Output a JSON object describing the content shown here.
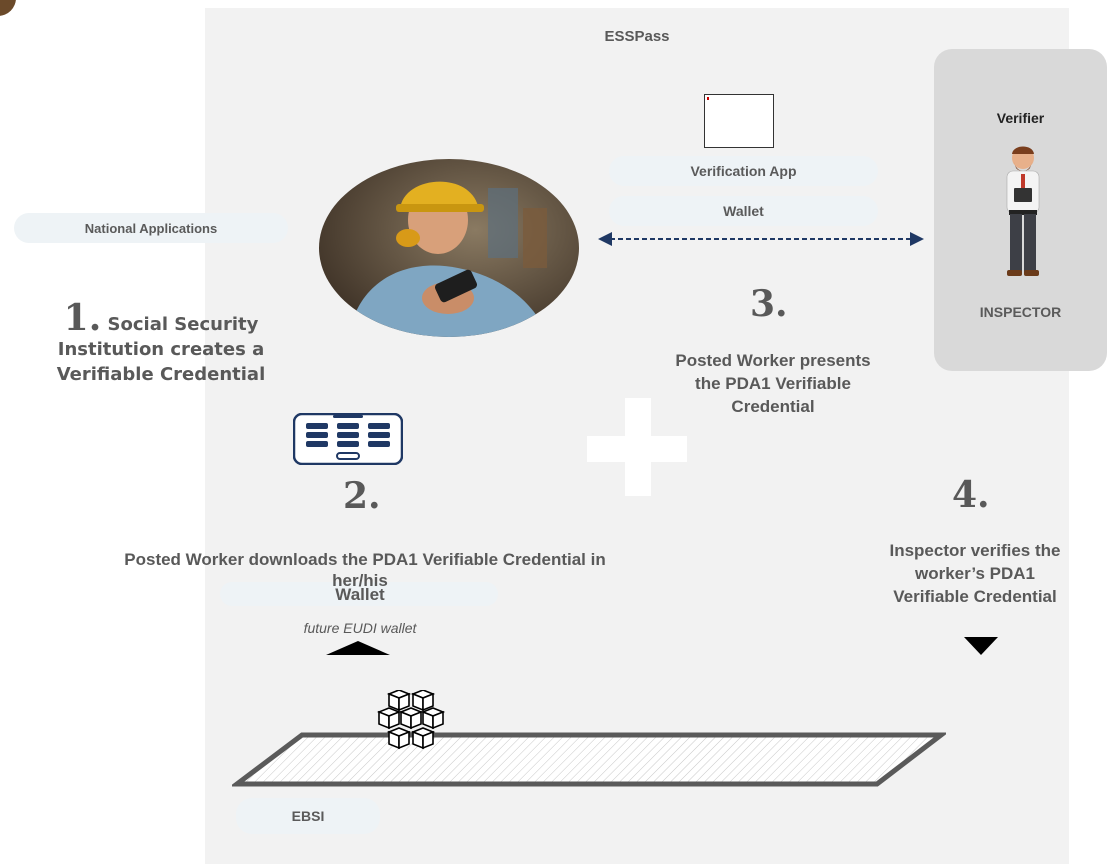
{
  "diagram": {
    "title": "ESSPass",
    "national_applications": "National Applications",
    "verification_app": "Verification App",
    "wallet_top": "Wallet",
    "verifier": "Verifier",
    "inspector": "INSPECTOR",
    "step1": {
      "number": "1.",
      "text_line1": "Social Security",
      "text_line2": "Institution creates a",
      "text_line3": "Verifiable Credential"
    },
    "step2": {
      "number": "2.",
      "text_line1": "Posted Worker downloads the PDA1 Verifiable Credential in",
      "text_line2": "her/his",
      "wallet": "Wallet",
      "future": "future EUDI wallet"
    },
    "step3": {
      "number": "3.",
      "text_line1": "Posted Worker presents",
      "text_line2": "the PDA1  Verifiable",
      "text_line3": "Credential"
    },
    "step4": {
      "number": "4.",
      "text_line1": "Inspector verifies the",
      "text_line2": "worker’s PDA1",
      "text_line3": "Verifiable Credential"
    },
    "ebsi": "EBSI",
    "colors": {
      "panel": "#f2f2f2",
      "verifier_box": "#d9d9d9",
      "arrow": "#1f3864",
      "pill": "#eef3f6",
      "text": "#595959"
    }
  }
}
